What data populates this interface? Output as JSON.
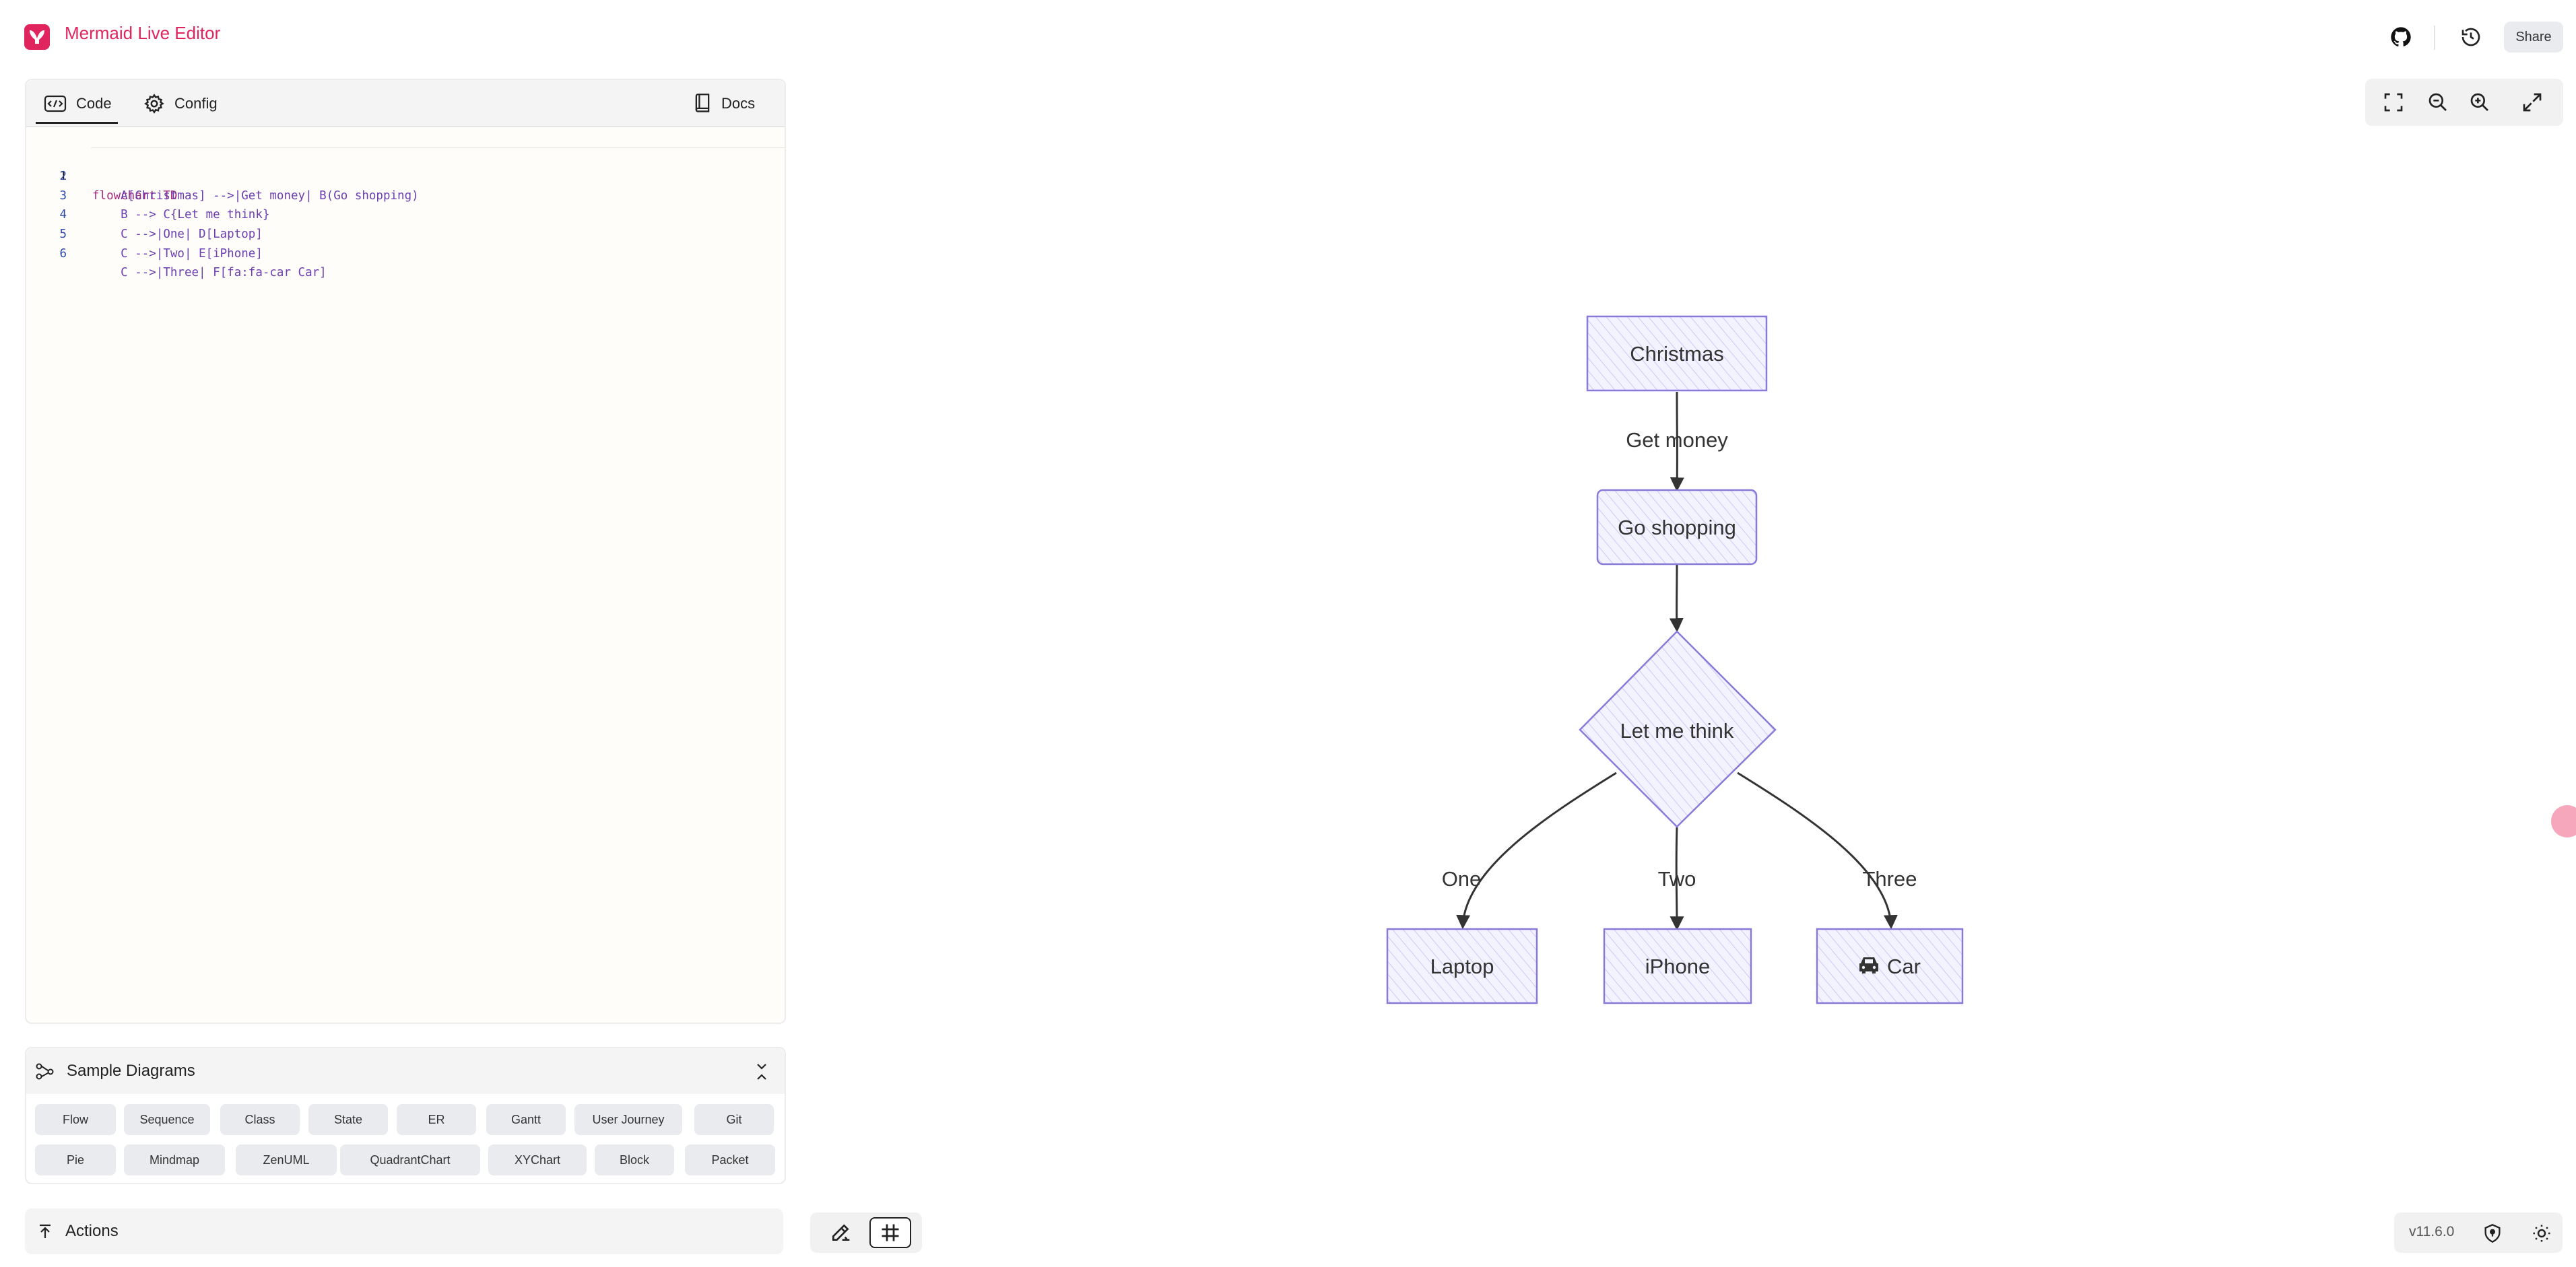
{
  "header": {
    "title": "Mermaid Live Editor",
    "share_label": "Share"
  },
  "editor": {
    "tabs": [
      {
        "label": "Code",
        "icon": "code-icon",
        "active": true
      },
      {
        "label": "Config",
        "icon": "gear-icon",
        "active": false
      }
    ],
    "docs_label": "Docs",
    "lines": [
      {
        "num": "1",
        "text": "flowchart TD"
      },
      {
        "num": "2",
        "text": "    A[Christmas] -->|Get money| B(Go shopping)"
      },
      {
        "num": "3",
        "text": "    B --> C{Let me think}"
      },
      {
        "num": "4",
        "text": "    C -->|One| D[Laptop]"
      },
      {
        "num": "5",
        "text": "    C -->|Two| E[iPhone]"
      },
      {
        "num": "6",
        "text": "    C -->|Three| F[fa:fa-car Car]"
      }
    ]
  },
  "samples": {
    "title": "Sample Diagrams",
    "items": [
      "Flow",
      "Sequence",
      "Class",
      "State",
      "ER",
      "Gantt",
      "User Journey",
      "Git",
      "Pie",
      "Mindmap",
      "ZenUML",
      "QuadrantChart",
      "XYChart",
      "Block",
      "Packet"
    ]
  },
  "actions": {
    "title": "Actions"
  },
  "footer": {
    "version": "v11.6.0"
  },
  "diagram": {
    "nodes": {
      "christmas": "Christmas",
      "go_shopping": "Go shopping",
      "let_me_think": "Let me think",
      "laptop": "Laptop",
      "iphone": "iPhone",
      "car": "Car"
    },
    "edges": {
      "get_money": "Get money",
      "one": "One",
      "two": "Two",
      "three": "Three"
    }
  },
  "colors": {
    "brand": "#e0245e",
    "node_fill": "#ecebff",
    "node_stroke": "#9370db"
  }
}
